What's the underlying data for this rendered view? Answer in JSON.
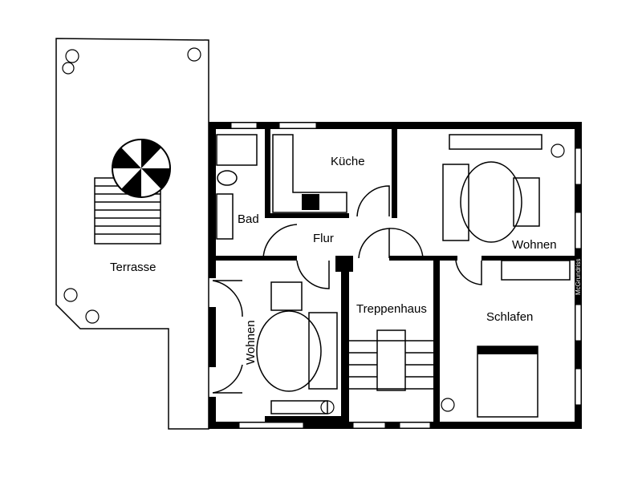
{
  "plan": {
    "rooms": {
      "terrace": "Terrasse",
      "bathroom": "Bad",
      "kitchen": "Küche",
      "hallway": "Flur",
      "living_right": "Wohnen",
      "living_left": "Wohnen",
      "stairwell": "Treppenhaus",
      "bedroom": "Schlafen"
    },
    "watermark": "McGrundriss"
  }
}
